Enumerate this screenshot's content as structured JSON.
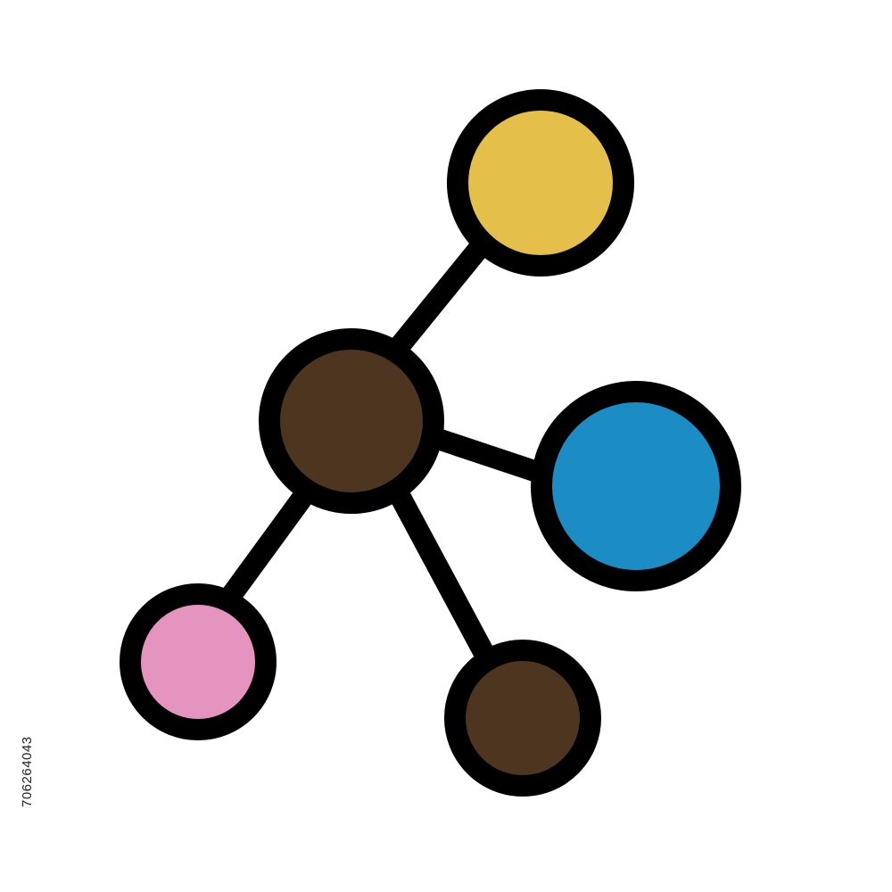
{
  "icon": {
    "name": "molecule-network-icon",
    "outline_color": "#000000",
    "nodes": [
      {
        "name": "center",
        "color": "#4d3520"
      },
      {
        "name": "top",
        "color": "#e4bf4a"
      },
      {
        "name": "right",
        "color": "#1b8cc4"
      },
      {
        "name": "bottom-left",
        "color": "#e594bf"
      },
      {
        "name": "bottom",
        "color": "#4d3520"
      }
    ]
  },
  "watermark": {
    "stock_id": "706264043"
  }
}
